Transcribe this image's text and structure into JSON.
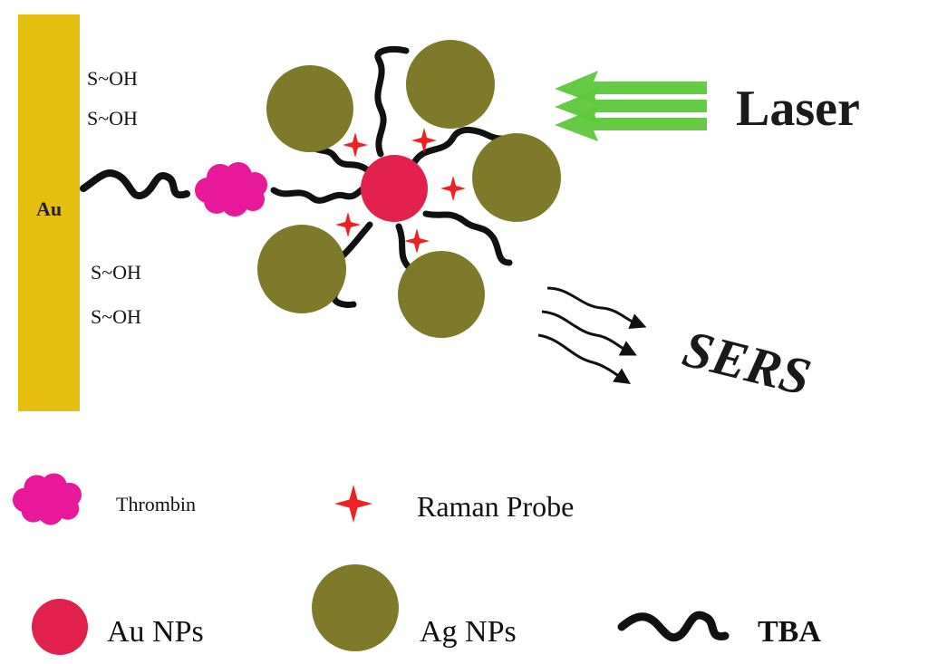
{
  "colors": {
    "gold_electrode": "#e6be10",
    "thrombin": "#e8189a",
    "au_np": "#e2204c",
    "ag_np": "#7f7a2a",
    "raman_probe": "#ee2222",
    "laser": "#5ec83a",
    "tba": "#111111"
  },
  "electrode": {
    "label": "Au"
  },
  "surface_groups": {
    "top": [
      "S~OH",
      "S~OH"
    ],
    "bottom": [
      "S~OH",
      "S~OH"
    ]
  },
  "laser": {
    "label": "Laser"
  },
  "sers": {
    "label": "SERS"
  },
  "legend": {
    "thrombin": "Thrombin",
    "raman_probe": "Raman Probe",
    "au_nps": "Au NPs",
    "ag_nps": "Ag NPs",
    "tba": "TBA"
  },
  "icons": {
    "electrode": "gold-electrode-bar",
    "thrombin": "cloud-blob-icon",
    "au_np": "red-circle-icon",
    "ag_np": "olive-circle-icon",
    "raman_probe": "four-point-star-icon",
    "tba": "wavy-strand-icon",
    "laser": "triple-arrow-icon",
    "sers": "wavy-arrow-icon"
  }
}
